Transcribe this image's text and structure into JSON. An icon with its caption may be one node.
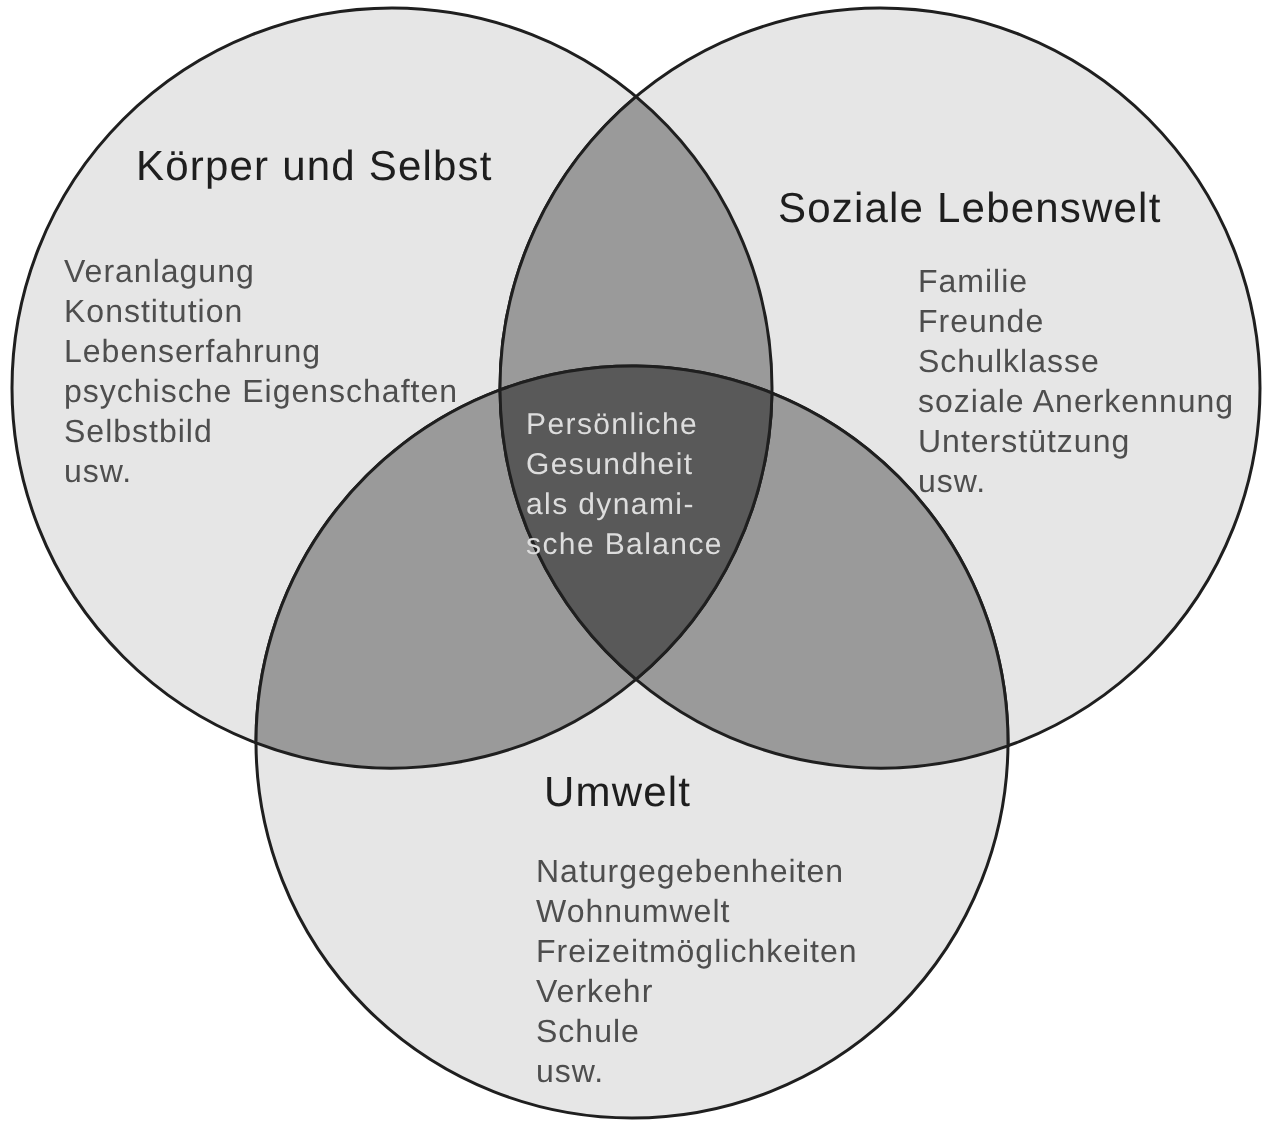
{
  "diagram": {
    "nodes": [
      {
        "text": [
          "Körper und Selbst",
          "Veranlagung",
          "Konstitution",
          "Lebenserfahrung",
          "psychische Eigenschaften",
          "Selbstbild",
          "usw."
        ]
      },
      {
        "text": [
          "Soziale Lebenswelt",
          "Familie",
          "Freunde",
          "Schulklasse",
          "soziale Anerkennung",
          "Unterstützung",
          "usw."
        ]
      },
      {
        "text": [
          "Umwelt",
          "Naturgegebenheiten",
          "Wohnumwelt",
          "Freizeitmöglichkeiten",
          "Verkehr",
          "Schule",
          "usw."
        ]
      },
      {
        "text": [
          "Persönliche Gesundheit als dynami-sche Balance"
        ]
      },
      {
        "text": [],
        "shape": "lens"
      },
      {
        "text": [],
        "shape": "lens"
      },
      {
        "text": [],
        "shape": "lens"
      }
    ]
  }
}
